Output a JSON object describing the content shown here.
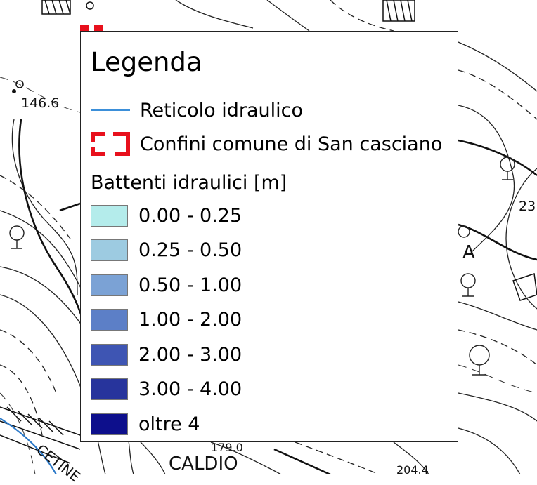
{
  "map_labels": [
    {
      "id": "elev-146",
      "text": "146.6"
    },
    {
      "id": "elev-23",
      "text": "23"
    },
    {
      "id": "place-a",
      "text": "A"
    },
    {
      "id": "place-caldio",
      "text": "CALDIO"
    },
    {
      "id": "elev-179",
      "text": "179.0"
    },
    {
      "id": "elev-204",
      "text": "204.4"
    },
    {
      "id": "road-cetine",
      "text": "CETINE"
    }
  ],
  "legend": {
    "title": "Legenda",
    "line_items": [
      {
        "label": "Reticolo idraulico",
        "color": "#3b8fd9"
      },
      {
        "label": "Confini comune di San casciano",
        "color": "#e8101c"
      }
    ],
    "group_title": "Battenti idraulici [m]",
    "classes": [
      {
        "label": "0.00 - 0.25",
        "color": "#b4eceb"
      },
      {
        "label": "0.25 - 0.50",
        "color": "#9dcbe1"
      },
      {
        "label": "0.50 - 1.00",
        "color": "#7ba2d5"
      },
      {
        "label": "1.00 - 2.00",
        "color": "#5c7fc7"
      },
      {
        "label": "2.00 - 3.00",
        "color": "#3e55b3"
      },
      {
        "label": "3.00 - 4.00",
        "color": "#27349c"
      },
      {
        "label": "oltre 4",
        "color": "#0d0f8c"
      }
    ]
  }
}
